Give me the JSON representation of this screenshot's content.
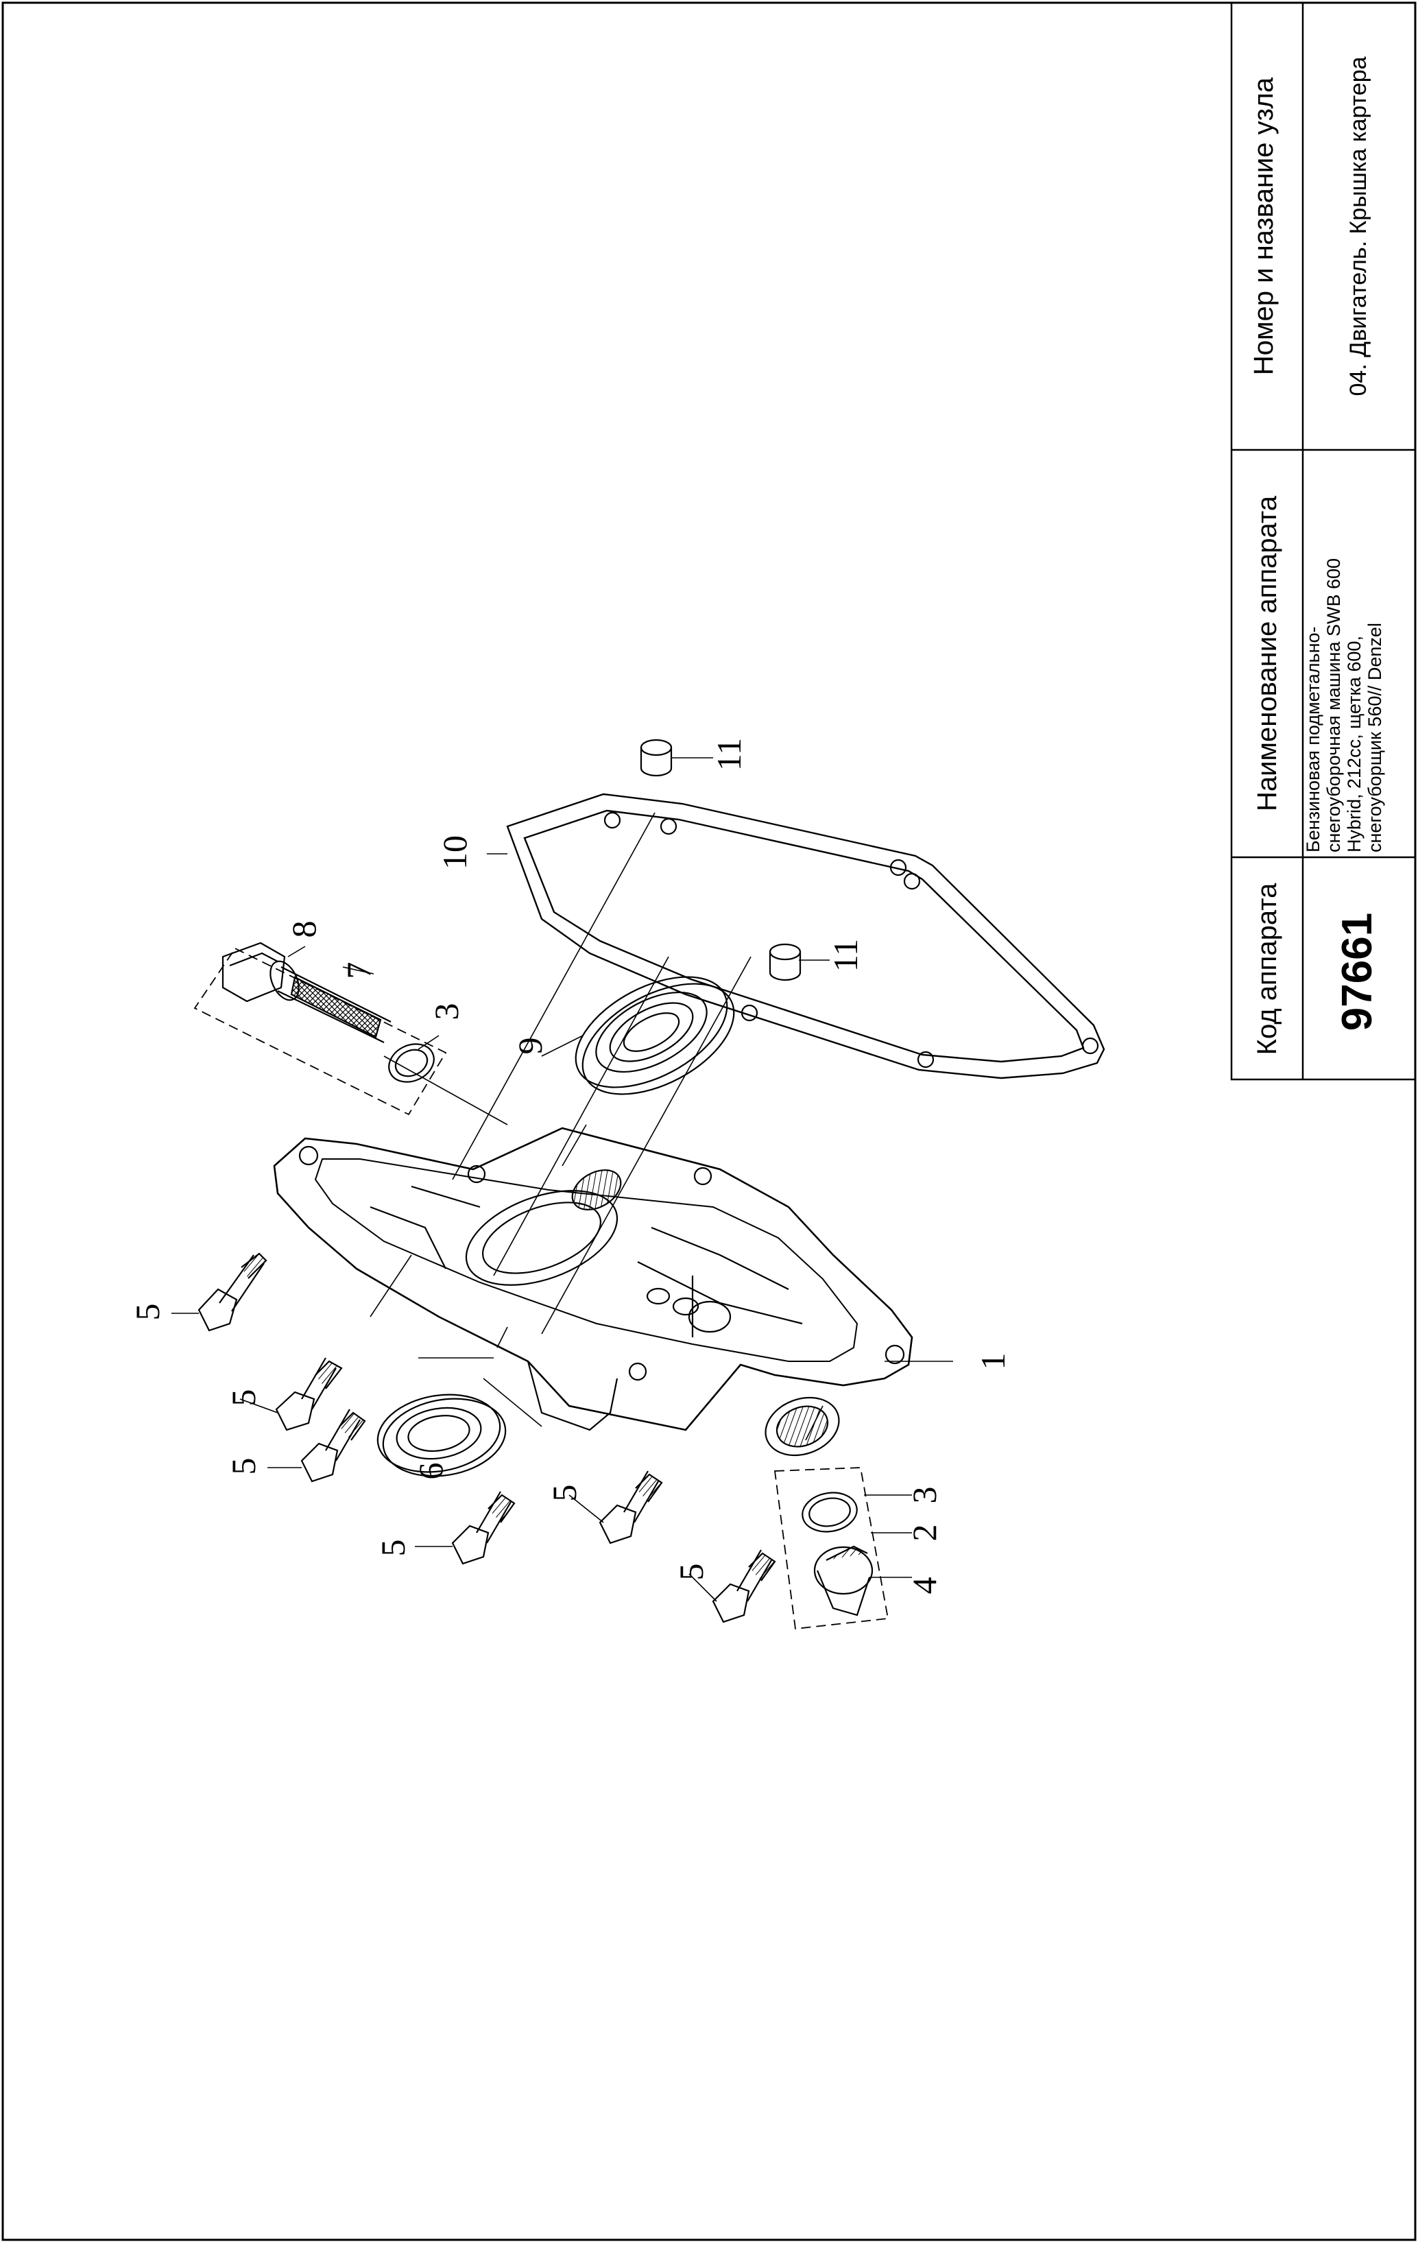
{
  "title_block": {
    "code_header": "Код аппарата",
    "code_value": "97661",
    "device_header": "Наименование аппарата",
    "device_lines": [
      "Бензиновая подметально-",
      "снегоуборочная машина SWB 600",
      "Hybrid, 212cc, щетка 600,",
      "снегоуборщик 560// Denzel"
    ],
    "unit_header": "Номер и название узла",
    "unit_value": "04. Двигатель. Крышка картера"
  },
  "callouts": [
    {
      "id": "c1",
      "label": "1"
    },
    {
      "id": "c2",
      "label": "2"
    },
    {
      "id": "c3a",
      "label": "3"
    },
    {
      "id": "c3b",
      "label": "3"
    },
    {
      "id": "c4",
      "label": "4"
    },
    {
      "id": "c5a",
      "label": "5"
    },
    {
      "id": "c5b",
      "label": "5"
    },
    {
      "id": "c5c",
      "label": "5"
    },
    {
      "id": "c5d",
      "label": "5"
    },
    {
      "id": "c5e",
      "label": "5"
    },
    {
      "id": "c5f",
      "label": "5"
    },
    {
      "id": "c6",
      "label": "6"
    },
    {
      "id": "c7",
      "label": "7"
    },
    {
      "id": "c8",
      "label": "8"
    },
    {
      "id": "c9",
      "label": "9"
    },
    {
      "id": "c10",
      "label": "10"
    },
    {
      "id": "c11a",
      "label": "11"
    },
    {
      "id": "c11b",
      "label": "11"
    }
  ]
}
